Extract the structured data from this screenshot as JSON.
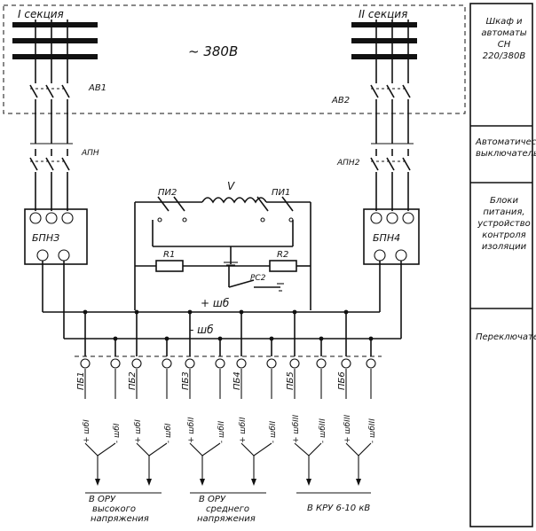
{
  "sections": {
    "left": "I секция",
    "right": "II секция"
  },
  "voltage": "~ 380В",
  "breakers": {
    "left_main": "АВ1",
    "right_main": "АВ2",
    "left_aux": "АПН",
    "right_aux": "АПН2"
  },
  "blocks": {
    "left": "БПНЗ",
    "right": "БПН4"
  },
  "switches": {
    "left": "ПИ2",
    "right": "ПИ1"
  },
  "coil": "V",
  "resistors": {
    "r1": "R1",
    "r2": "R2",
    "rc": "РС2"
  },
  "buses": {
    "plus": "+ шб",
    "minus": "- шб"
  },
  "pb_labels": [
    "ПБ1",
    "ПБ2",
    "ПБ3",
    "ПБ4",
    "ПБ5",
    "ПБ6"
  ],
  "feeder_labels": [
    "+ шбI",
    "- шбI",
    "+ шбI",
    "- шбI",
    "+ шбII",
    "- шбII",
    "+ шбII",
    "- шбII",
    "+ шбIII",
    "- шбIII",
    "+ шбIII",
    "- шбIII"
  ],
  "destinations": {
    "high": "В ОРУ высокого напряжения",
    "mid": "В ОРУ среднего напряжения",
    "kru": "В КРУ 6-10 кВ"
  },
  "side_panel": [
    "Шкаф и автоматы СН 220/380В",
    "Автоматический выключатель",
    "Блоки питания, устройство контроля изоляции",
    "Переключатели"
  ]
}
